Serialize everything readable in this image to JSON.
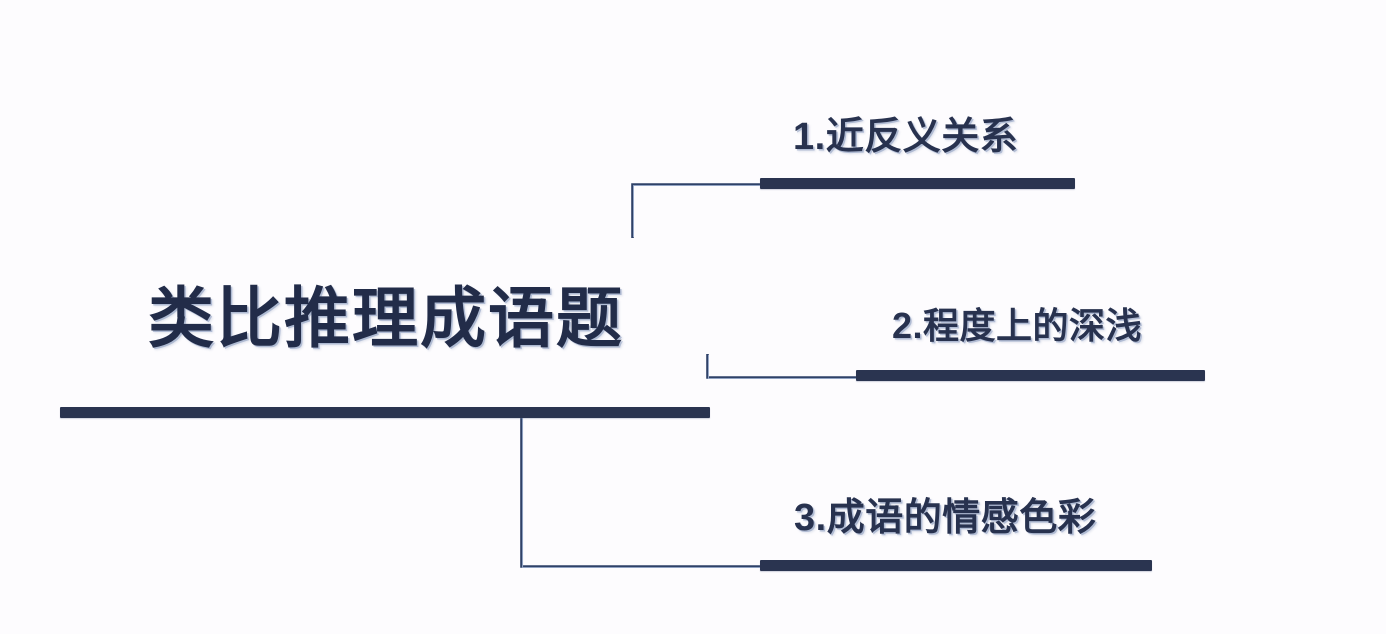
{
  "theme": {
    "background_color": "#fdfcfe",
    "accent_color": "#2a3450",
    "text_color": "#28324f"
  },
  "diagram": {
    "type": "horizontal-mindmap",
    "root": {
      "label": "类比推理成语题",
      "bar_label": "root-underline-bar"
    },
    "branches": [
      {
        "index": "1",
        "label": "1.近反义关系",
        "bar_label": "branch-underline-bar-1"
      },
      {
        "index": "2",
        "label": "2.程度上的深浅",
        "bar_label": "branch-underline-bar-2"
      },
      {
        "index": "3",
        "label": "3.成语的情感色彩",
        "bar_label": "branch-underline-bar-3"
      }
    ]
  }
}
